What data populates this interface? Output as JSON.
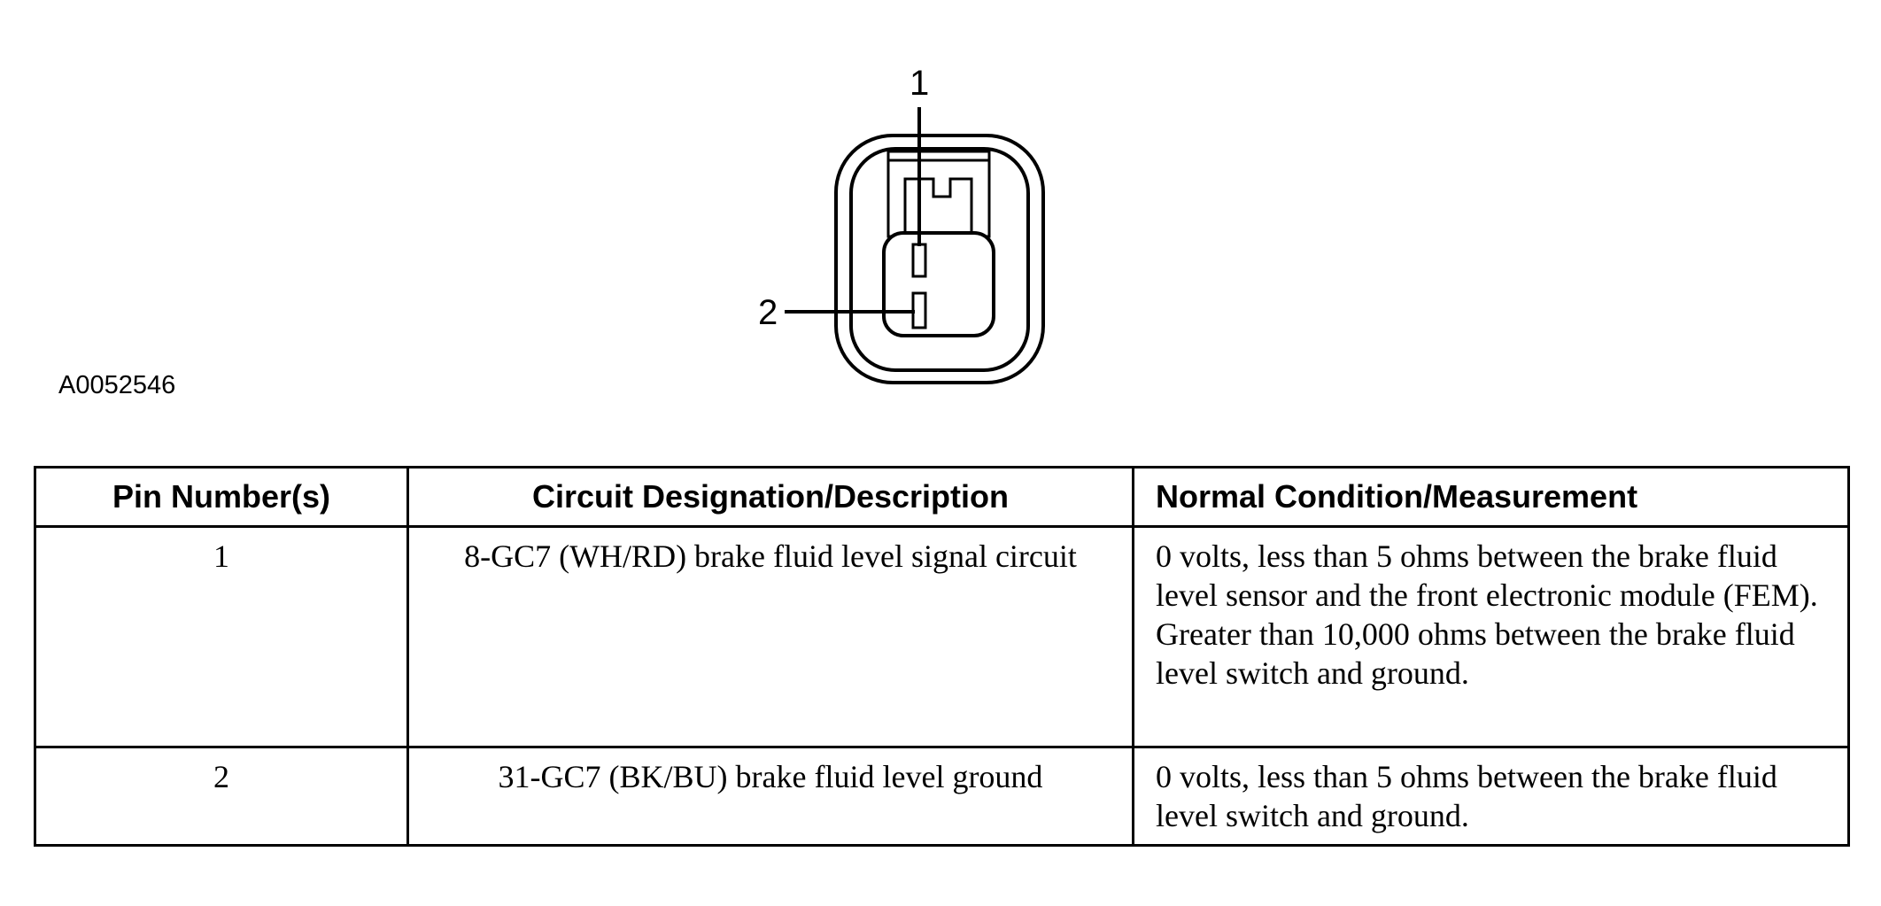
{
  "figure_id": "A0052546",
  "connector": {
    "callouts": [
      {
        "label": "1"
      },
      {
        "label": "2"
      }
    ]
  },
  "table": {
    "headers": [
      "Pin Number(s)",
      "Circuit Designation/Description",
      "Normal Condition/Measurement"
    ],
    "rows": [
      {
        "pin": "1",
        "circuit": "8-GC7 (WH/RD) brake fluid level signal circuit",
        "condition": "0 volts, less than 5 ohms between the brake fluid level sensor and the front electronic module (FEM). Greater than 10,000 ohms between the brake fluid level switch and ground."
      },
      {
        "pin": "2",
        "circuit": "31-GC7 (BK/BU) brake fluid level ground",
        "condition": "0 volts, less than 5 ohms between the brake fluid level switch and ground."
      }
    ]
  }
}
